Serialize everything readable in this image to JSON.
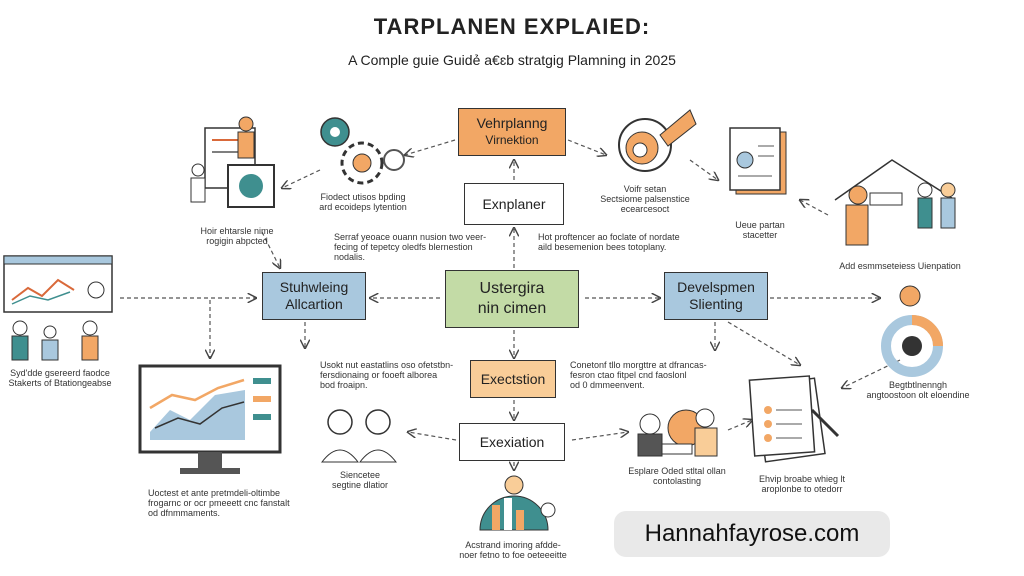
{
  "header": {
    "title": "TARPLANEN EXPLAIED:",
    "subtitle": "A Comple guie Guidẻ a€ɛb  stratgig Plamning in 2025"
  },
  "nodes": {
    "vehrplanung": [
      "Vehrplanng",
      "Virnektion"
    ],
    "explaner": "Exnplaner",
    "stuhleing": [
      "Stuhwleing",
      "Allcartion"
    ],
    "center": [
      "Ustergira",
      "nin cimen"
    ],
    "development": [
      "Develspmen",
      "Slienting"
    ],
    "exectstion": "Exectstion",
    "exexiation": "Exexiation"
  },
  "captions": {
    "gears": [
      "Fiodect utisos bpding",
      "ard ecoideps lytention"
    ],
    "audience": [
      "Hoir ehtarsle nime",
      "rogigin abpcted"
    ],
    "bulb": [
      "Voifr setan",
      "Sectsiome palsenstice",
      "ecearcesoct"
    ],
    "documents": [
      "Ueue partan",
      "stacetter"
    ],
    "team": [
      "Add esmmseteiess Uienpation"
    ],
    "explaner_left": [
      "Serraf yeoace ouann nusion two veer-",
      "fecing of tepetcy oledfs blernestion",
      "nodalis."
    ],
    "explaner_right": [
      "Hot proftencer ao foclate of nordate",
      "aild besemenion bees totoplany."
    ],
    "dashboard": [
      "Syd'dde gsereerd faodce",
      "Stakerts of Btationgeabse"
    ],
    "exec_left": [
      "Usokt nut eastatlins oso ofetstbn-",
      "fersdionaing or fooeft alborea",
      "bod froaipn."
    ],
    "exec_right": [
      "Conetonf tllo morgttre at dfrancas-",
      "fesron ctao fitpel cnd faoslonl",
      "od 0 dmmeenvent."
    ],
    "monitor": [
      "Uoctest et ante pretmdeli-oltimbe",
      "frogarnc or ocr pmeeett cnc fanstalt",
      "od dfnmmaments."
    ],
    "people": [
      "Siencetee",
      "segtine dlatior"
    ],
    "growth": [
      "Acstrand imoring afdde-",
      "noer fetno to foe oeteeeitte"
    ],
    "workers": [
      "Esplare Oded stltal ollan",
      "contolasting"
    ],
    "checklist": [
      "Ehvip broabe whieg lt",
      "aroplonbe to otedorr"
    ],
    "donut": [
      "Begtbtlnenngh",
      "angtoostoon olt eloendine"
    ]
  },
  "icons": {
    "audience": "presentation-people-icon",
    "gears": "gears-icon",
    "bulb": "lightbulb-bird-icon",
    "documents": "documents-stack-icon",
    "team": "team-celebration-icon",
    "dashboard": "dashboard-window-icon",
    "meeting": "meeting-people-icon",
    "monitor": "monitor-chart-icon",
    "people": "two-people-icon",
    "growth": "growth-chart-dome-icon",
    "workers": "workers-tools-icon",
    "checklist": "checklist-clipboard-icon",
    "donut": "donut-progress-icon"
  },
  "colors": {
    "orange": "#f2a765",
    "blue": "#a9c8de",
    "green": "#c3dba6",
    "light_orange": "#f9cd98",
    "teal": "#3f8f8f",
    "dark": "#333333"
  },
  "footer": {
    "site": "Hannahfayrose.com"
  }
}
